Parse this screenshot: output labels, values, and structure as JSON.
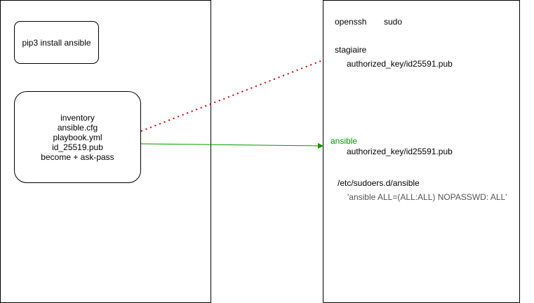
{
  "colors": {
    "dotted_connector": "#cc0000",
    "solid_connector": "#009900",
    "ansible_label": "#009900",
    "sudoers_rule": "#555555",
    "border": "#000000"
  },
  "left": {
    "install_box": "pip3 install ansible",
    "files": [
      "inventory",
      "ansible.cfg",
      "playbook.yml",
      "id_25519.pub",
      "become + ask-pass"
    ]
  },
  "right": {
    "packages": [
      "openssh",
      "sudo"
    ],
    "stagiaire": {
      "user": "stagiaire",
      "key": "authorized_key/id25591.pub"
    },
    "ansible": {
      "user": "ansible",
      "key": "authorized_key/id25591.pub"
    },
    "sudoers": {
      "path": "/etc/sudoers.d/ansible",
      "rule": "'ansible ALL=(ALL:ALL) NOPASSWD: ALL'"
    }
  }
}
